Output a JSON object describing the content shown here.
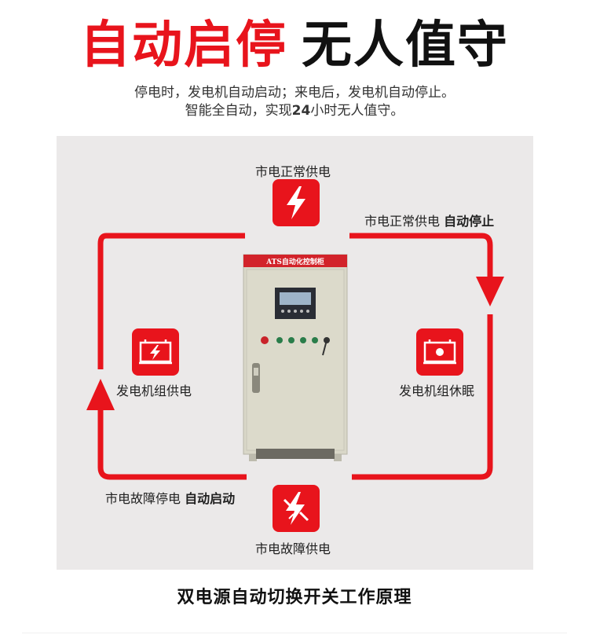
{
  "headline": {
    "red": "自动启停",
    "black": "无人值守"
  },
  "subtitle": {
    "line1": "停电时，发电机自动启动；来电后，发电机自动停止。",
    "line2_pre": "智能全自动，实现",
    "line2_bold": "24",
    "line2_post": "小时无人值守。"
  },
  "diagram": {
    "top_label": "市电正常供电",
    "top_right_label": "市电正常供电",
    "top_right_bold": "自动停止",
    "left_label": "发电机组供电",
    "right_label": "发电机组休眠",
    "bottom_left_label": "市电故障停电",
    "bottom_left_bold": "自动启动",
    "bottom_label": "市电故障供电",
    "cabinet_title": "ATS自动化控制柜"
  },
  "footer": "双电源自动切换开关工作原理",
  "colors": {
    "accent": "#e8141c",
    "panel": "#ebe9e9",
    "cabinet": "#d9d7c8"
  },
  "icons": {
    "top": "lightning-icon",
    "bottom": "broken-lightning-icon",
    "left": "generator-running-icon",
    "right": "generator-sleep-icon"
  }
}
